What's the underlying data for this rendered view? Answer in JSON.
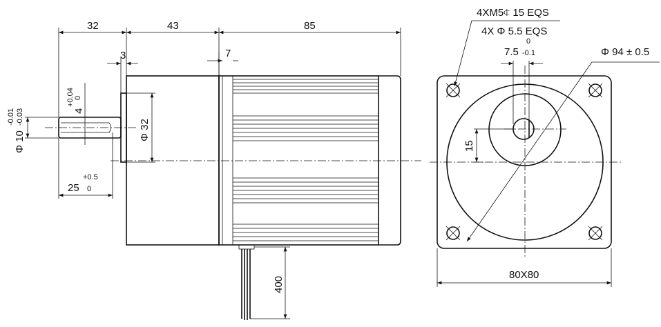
{
  "side_view": {
    "dim_shaft_len": "32",
    "dim_front_len": "43",
    "dim_body_len": "85",
    "dim_pilot": "3",
    "dim_flange": "7",
    "dim_key_width": "4",
    "dim_key_tol_upper": "+0.04",
    "dim_key_tol_lower": "0",
    "dim_shaft_dia": "Φ 10",
    "dim_shaft_tol_upper": "-0.01",
    "dim_shaft_tol_lower": "-0.03",
    "dim_pilot_dia": "Φ 32",
    "dim_key_len": "25",
    "dim_key_len_tol_upper": "+0.5",
    "dim_key_len_tol_lower": "0",
    "dim_cable": "400"
  },
  "front_view": {
    "thread_note": "4XM5⍧ 15 EQS",
    "hole_note": "4X Φ 5.5 EQS",
    "flat_tol_upper": "0",
    "flat_dim": "7.5",
    "flat_tol_lower": "-0.1",
    "pcd_note": "Φ 94 ± 0.5",
    "dim_flat_height": "15",
    "dim_square": "80X80"
  }
}
